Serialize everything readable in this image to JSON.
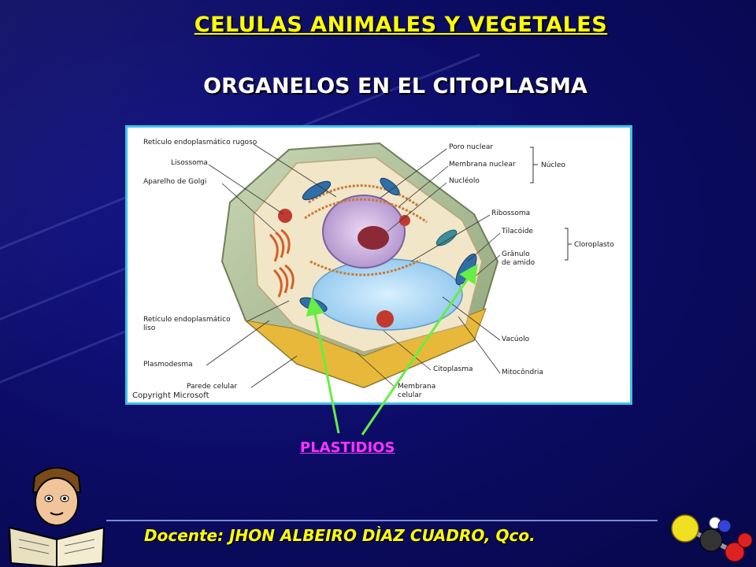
{
  "slide": {
    "title": "CELULAS ANIMALES Y VEGETALES",
    "subtitle": "ORGANELOS EN EL CITOPLASMA",
    "link_label": "PLASTIDIOS",
    "footer": "Docente: JHON ALBEIRO DÌAZ CUADRO, Qco."
  },
  "diagram": {
    "labels_left": [
      "Retículo endoplasmático rugoso",
      "Lisossoma",
      "Aparelho de Golgi",
      "Retículo endoplasmático",
      "liso",
      "Plasmodesma",
      "Parede celular"
    ],
    "labels_right": [
      "Poro nuclear",
      "Membrana nuclear",
      "Núcleo",
      "Nucléolo",
      "Ribossoma",
      "Tilacóide",
      "Cloroplasto",
      "Grânulo",
      "de amido",
      "Vacúolo",
      "Mitocôndria"
    ],
    "labels_bottom": [
      "Citoplasma",
      "Membrana",
      "celular"
    ],
    "copyright": "Copyright Microsoft"
  },
  "colors": {
    "title": "#ffff00",
    "subtitle": "#ffffff",
    "link": "#ff33ff",
    "arrow": "#66ee44",
    "frame": "#3fc3e8"
  },
  "icons": [
    "teacher-reading-icon",
    "molecule-icon"
  ]
}
